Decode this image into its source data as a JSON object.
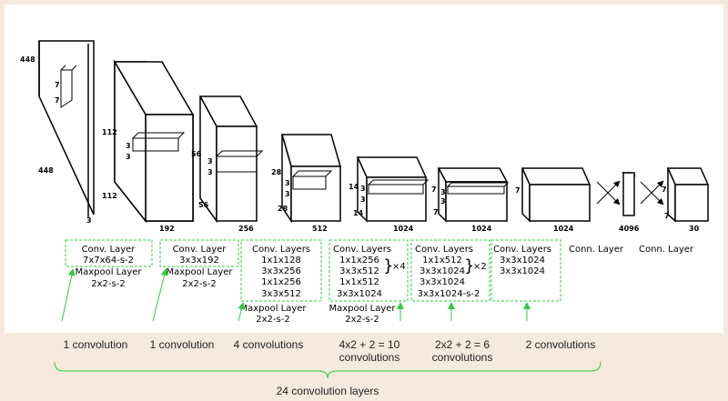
{
  "network": {
    "input": {
      "side": "448",
      "depth": "3",
      "kernel": "7"
    },
    "block1": {
      "side": "112",
      "depth": "192",
      "kernel": "3"
    },
    "block2": {
      "side": "56",
      "depth": "256",
      "kernel": "3"
    },
    "block3": {
      "side": "28",
      "depth": "512",
      "kernel": "3"
    },
    "block4": {
      "side": "14",
      "depth": "1024",
      "kernel": "3"
    },
    "block5": {
      "side": "7",
      "depth": "1024",
      "kernel": "3"
    },
    "block6": {
      "side": "7",
      "depth": "1024"
    },
    "fc1": {
      "depth": "4096"
    },
    "output": {
      "side": "7",
      "depth": "30"
    }
  },
  "layer_boxes": [
    {
      "title": "Conv. Layer",
      "lines": [
        "7x7x64-s-2"
      ],
      "pool_title": "Maxpool Layer",
      "pool": "2x2-s-2"
    },
    {
      "title": "Conv. Layer",
      "lines": [
        "3x3x192"
      ],
      "pool_title": "Maxpool Layer",
      "pool": "2x2-s-2"
    },
    {
      "title": "Conv. Layers",
      "lines": [
        "1x1x128",
        "3x3x256",
        "1x1x256",
        "3x3x512"
      ],
      "pool_title": "Maxpool Layer",
      "pool": "2x2-s-2"
    },
    {
      "title": "Conv. Layers",
      "lines": [
        "1x1x256",
        "3x3x512",
        "1x1x512",
        "3x3x1024"
      ],
      "repeat": "×4",
      "pool_title": "Maxpool Layer",
      "pool": "2x2-s-2"
    },
    {
      "title": "Conv. Layers",
      "lines": [
        "1x1x512",
        "3x3x1024",
        "3x3x1024",
        "3x3x1024-s-2"
      ],
      "repeat": "×2"
    },
    {
      "title": "Conv. Layers",
      "lines": [
        "3x3x1024",
        "3x3x1024"
      ]
    }
  ],
  "conn_layers": [
    "Conn. Layer",
    "Conn. Layer"
  ],
  "counts": [
    {
      "line1": "1 convolution",
      "line2": ""
    },
    {
      "line1": "1 convolution",
      "line2": ""
    },
    {
      "line1": "4 convolutions",
      "line2": ""
    },
    {
      "line1": "4x2 + 2 = 10",
      "line2": "convolutions"
    },
    {
      "line1": "2x2 + 2 = 6",
      "line2": "convolutions"
    },
    {
      "line1": "2 convolutions",
      "line2": ""
    }
  ],
  "total": "24 convolution layers",
  "colors": {
    "accent": "#2ecc40",
    "background": "#f6e9dd",
    "panel": "#ffffff"
  }
}
